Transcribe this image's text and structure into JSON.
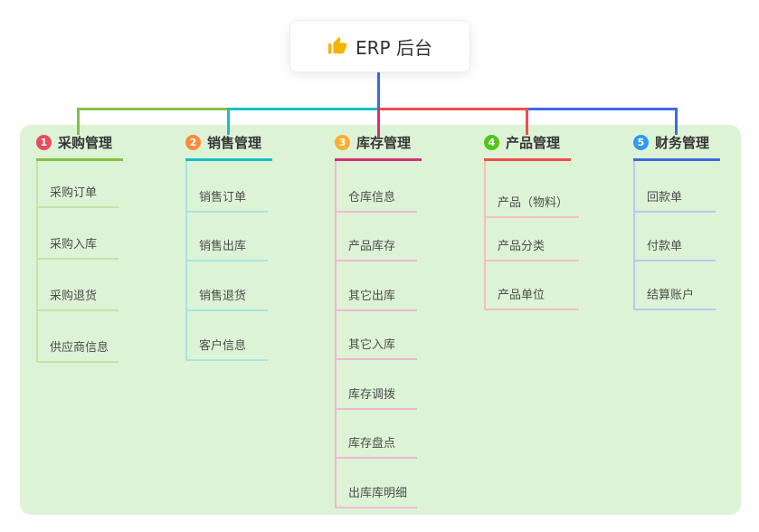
{
  "root": {
    "label": "ERP 后台",
    "icon": {
      "name": "thumbs-up-icon",
      "glyph": "👍",
      "color": "#f5b301"
    }
  },
  "panel": {
    "background": "#ddf3d6"
  },
  "connectors": {
    "stem_color": "#3e6ae1"
  },
  "branches": [
    {
      "badge": "1",
      "label": "采购管理",
      "badge_color": "#e94b5f",
      "line_color": "#85c043",
      "child_line_color": "#c9e3a2",
      "children": [
        "采购订单",
        "采购入库",
        "采购退货",
        "供应商信息"
      ]
    },
    {
      "badge": "2",
      "label": "销售管理",
      "badge_color": "#fb8c3b",
      "line_color": "#16c0c6",
      "child_line_color": "#a6e5e2",
      "children": [
        "销售订单",
        "销售出库",
        "销售退货",
        "客户信息"
      ]
    },
    {
      "badge": "3",
      "label": "库存管理",
      "badge_color": "#ffae31",
      "line_color": "#d62f7d",
      "child_line_color": "#f1b7d2",
      "children": [
        "仓库信息",
        "产品库存",
        "其它出库",
        "其它入库",
        "库存调拨",
        "库存盘点",
        "出库库明细"
      ]
    },
    {
      "badge": "4",
      "label": "产品管理",
      "badge_color": "#53c41d",
      "line_color": "#ef4d4d",
      "child_line_color": "#f6bfbf",
      "children": [
        "产品（物料）",
        "产品分类",
        "产品单位"
      ]
    },
    {
      "badge": "5",
      "label": "财务管理",
      "badge_color": "#2f9bf0",
      "line_color": "#3e6ae1",
      "child_line_color": "#b6c8f1",
      "children": [
        "回款单",
        "付款单",
        "结算账户"
      ]
    }
  ]
}
